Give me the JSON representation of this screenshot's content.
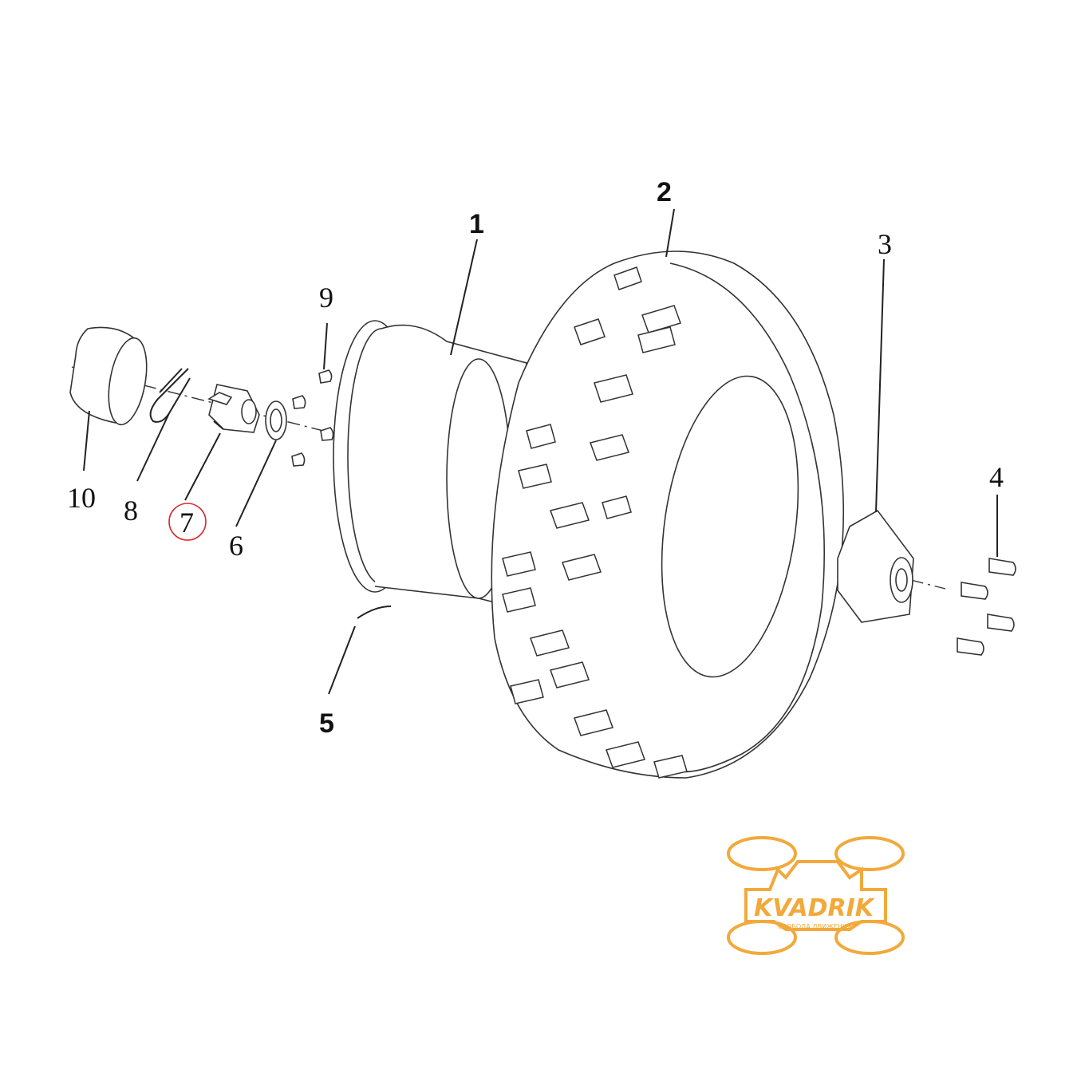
{
  "diagram": {
    "callouts": [
      {
        "id": "1",
        "text": "1"
      },
      {
        "id": "2",
        "text": "2"
      },
      {
        "id": "3",
        "text": "3"
      },
      {
        "id": "4",
        "text": "4"
      },
      {
        "id": "5",
        "text": "5"
      },
      {
        "id": "6",
        "text": "6"
      },
      {
        "id": "7",
        "text": "7"
      },
      {
        "id": "8",
        "text": "8"
      },
      {
        "id": "9",
        "text": "9"
      },
      {
        "id": "10",
        "text": "10"
      }
    ],
    "highlighted_callout": "7",
    "highlight_color": "#d9262b"
  },
  "watermark": {
    "brand": "KVADRIK",
    "tagline": "СВОБОДА ДВИЖЕНИЯ",
    "color": "#f2a93b"
  }
}
